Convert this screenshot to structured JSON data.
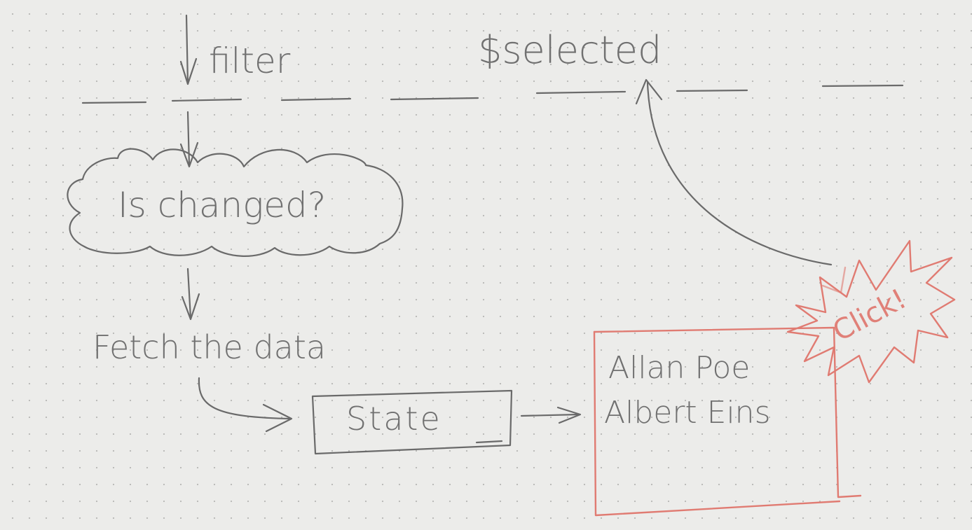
{
  "diagram": {
    "labels": {
      "filter": "filter",
      "selected": "$selected",
      "is_changed": "Is changed?",
      "fetch": "Fetch the data",
      "state": "State",
      "click": "Click!"
    },
    "list_items": [
      "Allan Poe",
      "Albert Eins"
    ],
    "colors": {
      "ink": "#6a6a6a",
      "accent": "#e07b72",
      "paper": "#ececea"
    }
  }
}
